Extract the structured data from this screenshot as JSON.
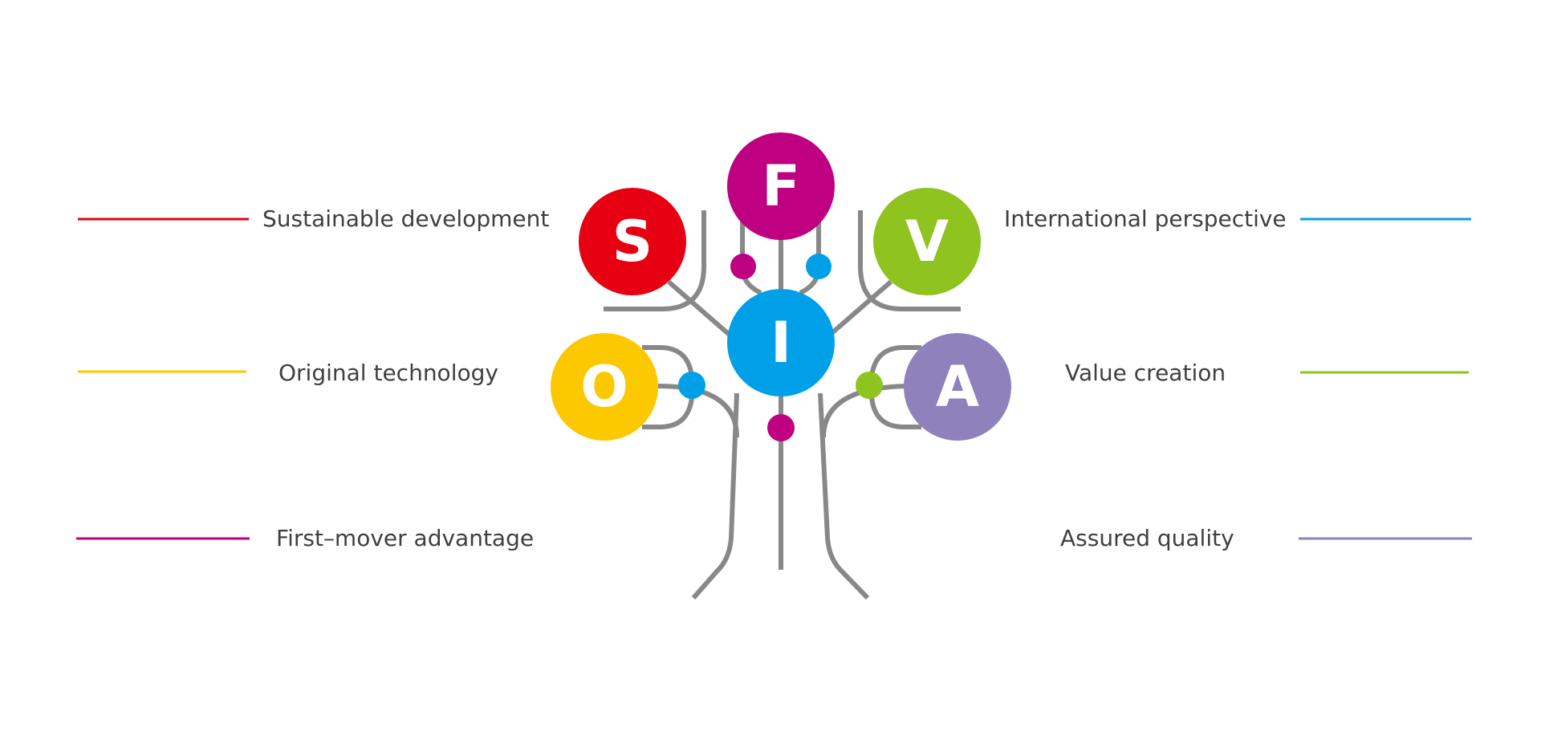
{
  "values": {
    "sustainable": {
      "letter": "S",
      "label": "Sustainable development",
      "color": "#e60012"
    },
    "original": {
      "letter": "O",
      "label": "Original technology",
      "color": "#fcc800"
    },
    "first_mover": {
      "letter": "F",
      "label": "First–mover advantage",
      "color": "#be0081"
    },
    "international": {
      "letter": "I",
      "label": "International perspective",
      "color": "#00a0e9"
    },
    "value_creation": {
      "letter": "V",
      "label": "Value creation",
      "color": "#8fc31f"
    },
    "assured_quality": {
      "letter": "A",
      "label": "Assured quality",
      "color": "#8f82bc"
    }
  },
  "colors": {
    "branch": "#888888",
    "text": "#3f3f3f",
    "background": "#ffffff"
  }
}
